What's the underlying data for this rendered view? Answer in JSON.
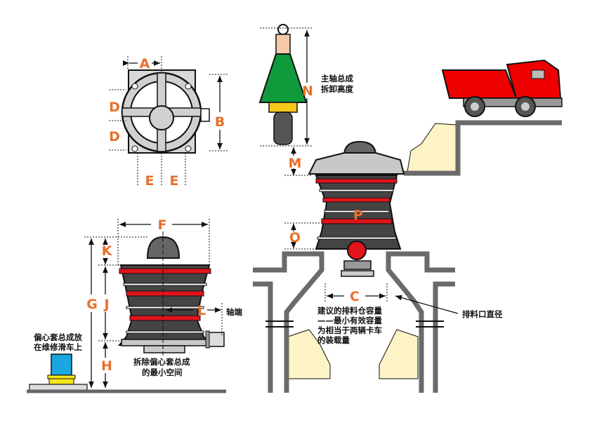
{
  "labels": {
    "A": "A",
    "B": "B",
    "D": "D",
    "E": "E",
    "F": "F",
    "G": "G",
    "H": "H",
    "J": "J",
    "K": "K",
    "L": "L",
    "M": "M",
    "N": "N",
    "O": "O",
    "P": "P",
    "C": "C"
  },
  "notes": {
    "shaft_removal_1": "主轴总成",
    "shaft_removal_2": "拆卸高度",
    "shaft_end": "轴端",
    "eccentric_on_sled_1": "偏心套总成放",
    "eccentric_on_sled_2": "在维修滑车上",
    "min_space_1": "拆除偏心套总成",
    "min_space_2": "的最小空间",
    "bin_1": "建议的排料仓容量",
    "bin_2": "——最小有效容量",
    "bin_3": "为相当于两辆卡车",
    "bin_4": "的装载量",
    "discharge_diameter": "排料口直径"
  },
  "colors": {
    "label": "#e8702a",
    "red": "#e0141a",
    "dark": "#4a4a4a",
    "green": "#0f9a3c",
    "blue": "#1aa6e0",
    "yellow": "#f5e61a",
    "sand": "#fdf3c6"
  }
}
